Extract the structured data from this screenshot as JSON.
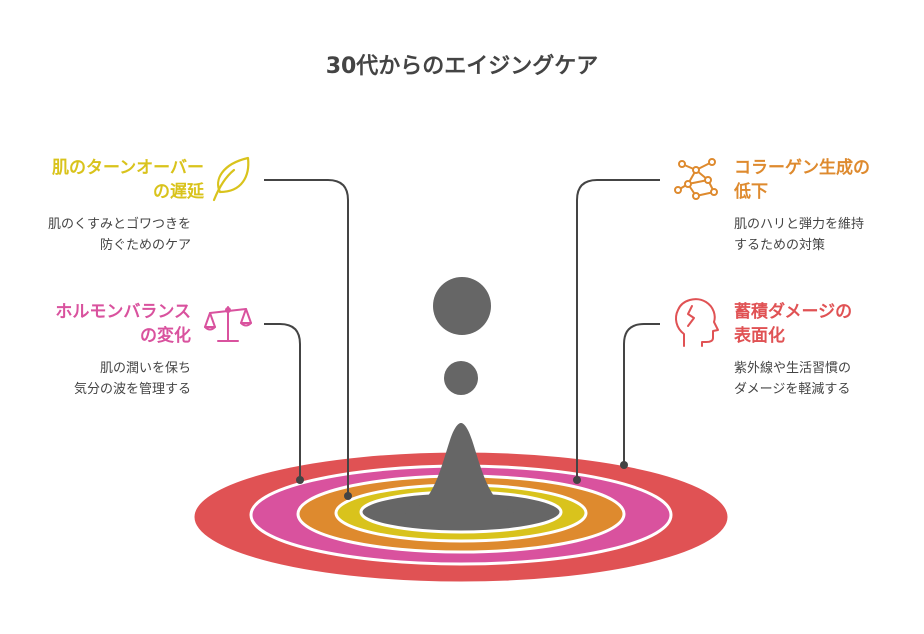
{
  "title": "30代からのエイジングケア",
  "colors": {
    "yellow": "#D9C31C",
    "orange": "#DE8A2E",
    "pink": "#D9529E",
    "red": "#E05254",
    "dark": "#666666",
    "line": "#444444"
  },
  "left_items": [
    {
      "title_lines": [
        "肌のターンオーバー",
        "の遅延"
      ],
      "desc_lines": [
        "肌のくすみとゴワつきを",
        "防ぐためのケア"
      ],
      "icon": "leaf-icon",
      "color": "#D9C31C"
    },
    {
      "title_lines": [
        "ホルモンバランス",
        "の変化"
      ],
      "desc_lines": [
        "肌の潤いを保ち",
        "気分の波を管理する"
      ],
      "icon": "balance-scale-icon",
      "color": "#D9529E"
    }
  ],
  "right_items": [
    {
      "title_lines": [
        "コラーゲン生成の",
        "低下"
      ],
      "desc_lines": [
        "肌のハリと弾力を維持",
        "するための対策"
      ],
      "icon": "network-icon",
      "color": "#DE8A2E"
    },
    {
      "title_lines": [
        "蓄積ダメージの",
        "表面化"
      ],
      "desc_lines": [
        "紫外線や生活習慣の",
        "ダメージを軽減する"
      ],
      "icon": "head-profile-icon",
      "color": "#E05254"
    }
  ]
}
